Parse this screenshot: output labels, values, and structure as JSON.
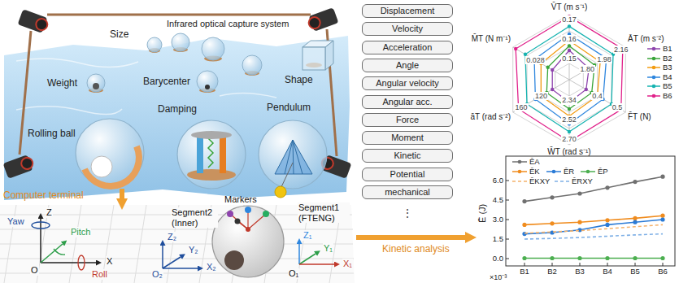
{
  "diagram": {
    "nodes": [
      {
        "text": [
          "Displacement"
        ]
      },
      {
        "text": [
          "Velocity"
        ]
      },
      {
        "text": [
          "Acceleration"
        ]
      },
      {
        "text": [
          "Angle"
        ]
      },
      {
        "text": [
          "Angular velocity"
        ]
      },
      {
        "text": [
          "Angular acc."
        ]
      },
      {
        "text": [
          "Force"
        ]
      },
      {
        "text": [
          "Moment"
        ]
      },
      {
        "text": [
          "Kinetic"
        ]
      },
      {
        "text": [
          "Potential"
        ]
      },
      {
        "text": [
          "mechanical"
        ]
      }
    ],
    "labels": [
      "Infrared optical capture system",
      "Size",
      "Weight",
      "Barycenter",
      "Shape",
      "Damping",
      "Rolling ball",
      "Pendulum",
      "Computer terminal",
      "Z",
      "Yaw",
      "Pitch",
      "Roll",
      "X",
      "O",
      "Z₂",
      "Y₂",
      "X₂",
      "O₂",
      "Segment2 (Inner)",
      "Markers",
      "Segment1 (FTENG)",
      "Z₁",
      "Y₁",
      "X₁",
      "O₁",
      "⋮",
      "Kinetic analysis",
      "V̄T (m s⁻¹)",
      "0.17",
      "0.16",
      "0.15",
      "ĀT (m s⁻²)",
      "2.16",
      "1.98",
      "1.80",
      "F̄T (N)",
      "0.5",
      "0.4",
      "W̄T (rad s⁻¹)",
      "2.70",
      "2.52",
      "2.34",
      "āT (rad s⁻²)",
      "160",
      "120",
      "M̄T (N m⁻¹)",
      "0.028",
      "Ē (J)",
      "6.0",
      "4.5",
      "3.0",
      "1.5",
      "0.0",
      "B1",
      "B2",
      "B3",
      "B4",
      "B5",
      "B6",
      "×10⁻³"
    ],
    "legend": [
      {
        "text": "B1"
      },
      {
        "text": "B2"
      },
      {
        "text": "B3"
      },
      {
        "text": "B4"
      },
      {
        "text": "B5"
      },
      {
        "text": "B6"
      },
      {
        "text": "ĒA"
      },
      {
        "text": "ĒK"
      },
      {
        "text": "ĒR"
      },
      {
        "text": "ĒP"
      },
      {
        "text": "ĒKXY"
      },
      {
        "text": "ĒRXY"
      }
    ]
  }
}
